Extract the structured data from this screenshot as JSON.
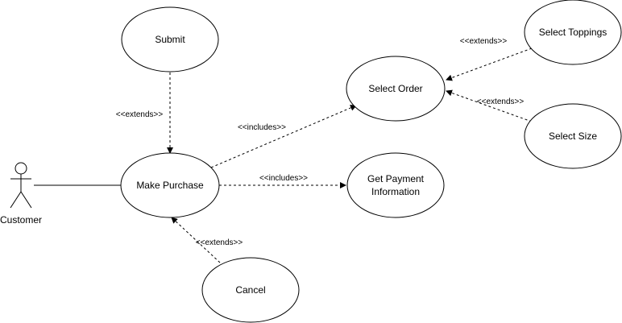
{
  "diagram": {
    "actor": {
      "label": "Customer"
    },
    "use_cases": {
      "submit": "Submit",
      "make_purchase": "Make Purchase",
      "cancel": "Cancel",
      "select_order": "Select Order",
      "payment_line1": "Get Payment",
      "payment_line2": "Information",
      "select_toppings": "Select Toppings",
      "select_size": "Select Size"
    },
    "relations": {
      "submit_extends": "<<extends>>",
      "order_includes": "<<includes>>",
      "payment_includes": "<<includes>>",
      "cancel_extends": "<<extends>>",
      "toppings_extends": "<<extends>>",
      "size_extends": "<<extends>>"
    }
  }
}
